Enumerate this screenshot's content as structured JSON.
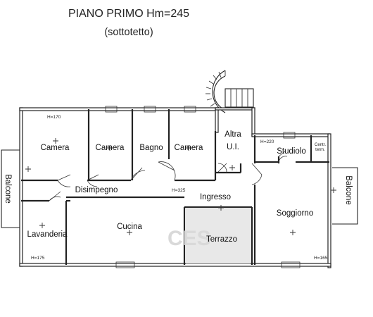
{
  "title": {
    "line1": "PIANO PRIMO Hm=245",
    "line2": "(sottotetto)"
  },
  "rooms": {
    "camera1": "Camera",
    "camera2": "Camera",
    "bagno": "Bagno",
    "camera3": "Camera",
    "altra_ui_line1": "Altra",
    "altra_ui_line2": "U.I.",
    "studiolo": "Studiolo",
    "centrale_line1": "Centr.",
    "centrale_line2": "term.",
    "disimpegno": "Disimpegno",
    "ingresso": "Ingresso",
    "soggiorno": "Soggiorno",
    "lavanderia": "Lavanderia",
    "cucina": "Cucina",
    "terrazzo": "Terrazzo",
    "balcone_left": "Balcone",
    "balcone_right": "Balcone"
  },
  "heights": {
    "camera": "H=170",
    "studiolo": "H=220",
    "disimpegno": "H=325",
    "lavanderia": "H=175",
    "soggiorno": "H=165"
  },
  "watermark": "CES"
}
